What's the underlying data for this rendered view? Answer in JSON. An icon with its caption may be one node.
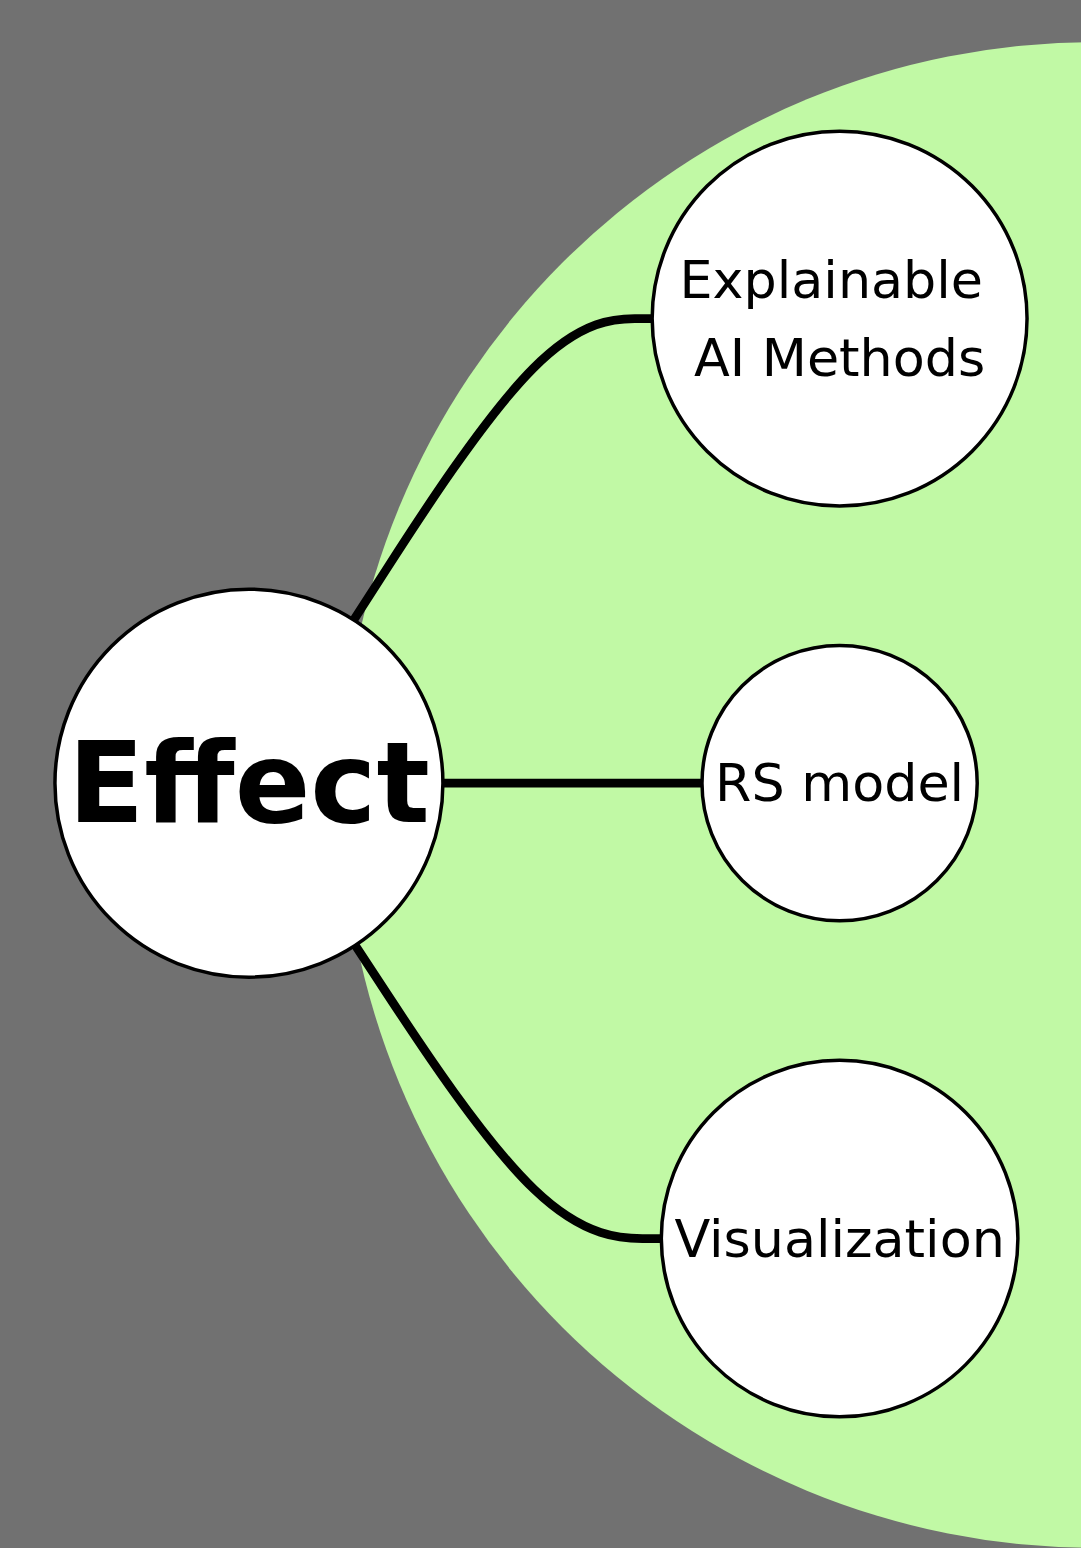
{
  "diagram": {
    "nodes": [
      {
        "text": [
          "Effect"
        ]
      },
      {
        "text": [
          "Explainable AI Methods"
        ]
      },
      {
        "text": [
          "RS model"
        ]
      },
      {
        "text": [
          "Visualization"
        ]
      }
    ],
    "edges": [
      {
        "from": 0,
        "to": 1,
        "arrow": "none"
      },
      {
        "from": 0,
        "to": 2,
        "arrow": "none"
      },
      {
        "from": 0,
        "to": 3,
        "arrow": "none"
      }
    ]
  }
}
